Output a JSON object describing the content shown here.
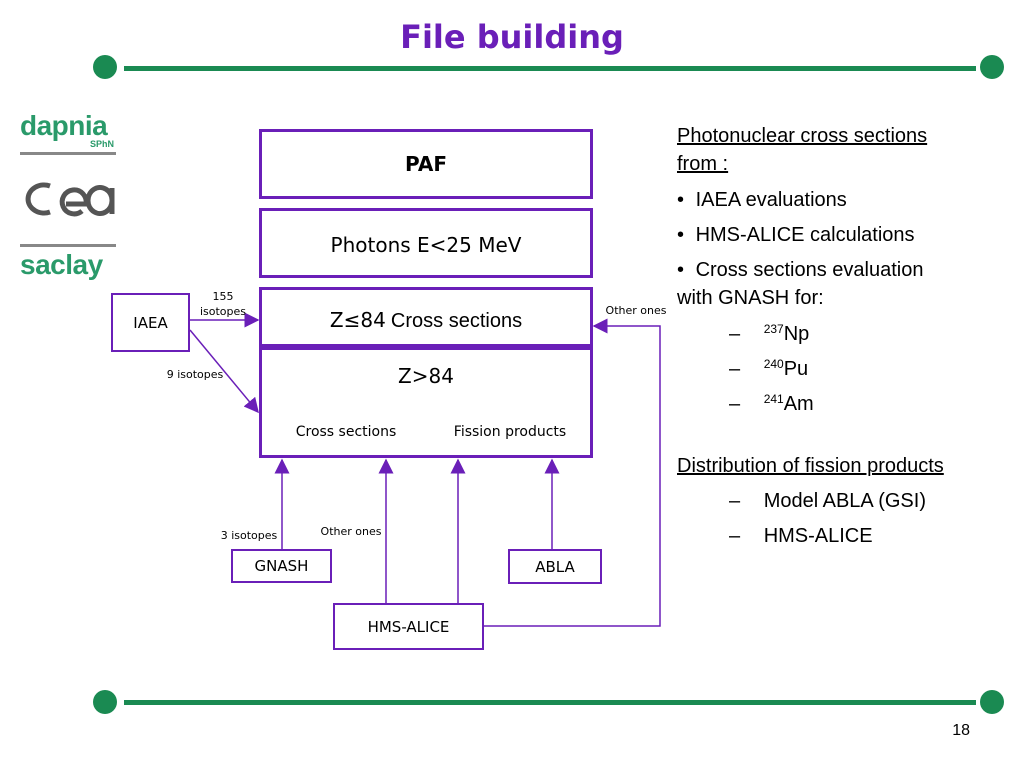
{
  "slide": {
    "title": "File building",
    "page_number": "18",
    "colors": {
      "title": "#6a1fb8",
      "rule": "#1a8a52",
      "box_border": "#6a1fb8"
    }
  },
  "logos": {
    "dapnia": "dapnia",
    "dapnia_sub": "SPhN",
    "cea": "cea",
    "saclay": "saclay"
  },
  "diagram": {
    "boxes": {
      "paf": "PAF",
      "photons": "Photons E<25 MeV",
      "z_le_84_prefix": "Z≤84",
      "z_le_84_suffix": "Cross sections",
      "z_gt_84": "Z>84",
      "cross_sections": "Cross sections",
      "fission_products": "Fission products"
    },
    "sources": {
      "iaea": "IAEA",
      "gnash": "GNASH",
      "abla": "ABLA",
      "hms_alice": "HMS-ALICE"
    },
    "labels": {
      "isotopes_155_line1": "155",
      "isotopes_155_line2": "isotopes",
      "isotopes_9": "9 isotopes",
      "isotopes_3": "3 isotopes",
      "other_ones_left": "Other ones",
      "other_ones_right": "Other ones"
    }
  },
  "panel": {
    "heading1_line1": "Photonuclear cross sections",
    "heading1_line2": "from :",
    "bullets": [
      "IAEA evaluations",
      "HMS-ALICE calculations",
      "Cross sections evaluation"
    ],
    "bullet3_cont": "with GNASH for:",
    "isotopes": [
      {
        "mass": "237",
        "symbol": "Np"
      },
      {
        "mass": "240",
        "symbol": "Pu"
      },
      {
        "mass": "241",
        "symbol": "Am"
      }
    ],
    "heading2": "Distribution of fission products",
    "fission_items": [
      "Model ABLA (GSI)",
      "HMS-ALICE"
    ],
    "bullet_char": "•",
    "dash_char": "–"
  }
}
